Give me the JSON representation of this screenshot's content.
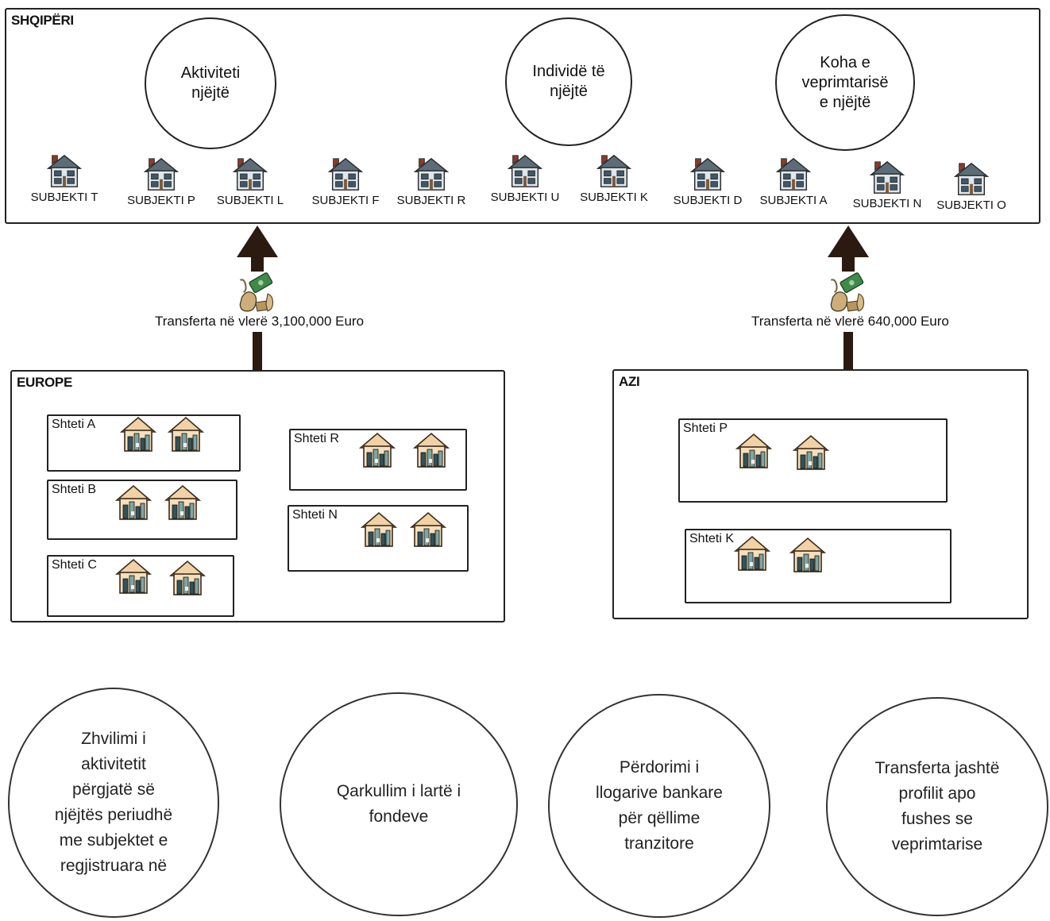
{
  "albania": {
    "title": "SHQIPËRI",
    "criteria": [
      "Aktiviteti\nnjëjtë",
      "Individë të\nnjëjtë",
      "Koha e\nveprimtarisë\ne njëjtë"
    ],
    "subjects": [
      "SUBJEKTI T",
      "SUBJEKTI P",
      "SUBJEKTI L",
      "SUBJEKTI F",
      "SUBJEKTI R",
      "SUBJEKTI U",
      "SUBJEKTI K",
      "SUBJEKTI D",
      "SUBJEKTI A",
      "SUBJEKTI N",
      "SUBJEKTI O"
    ]
  },
  "transfers": [
    "Transferta në vlerë 3,100,000 Euro",
    "Transferta në vlerë 640,000 Euro"
  ],
  "europe": {
    "title": "EUROPE",
    "states": [
      "Shteti A",
      "Shteti B",
      "Shteti C",
      "Shteti R",
      "Shteti N"
    ]
  },
  "asia": {
    "title": "AZI",
    "states": [
      "Shteti P",
      "Shteti K"
    ]
  },
  "indicators": [
    "Zhvilimi i\naktivitetit\npërgjatë së\nnjëjtës periudhë\nme subjektet e\nregjistruara në",
    "Qarkullim i lartë i\nfondeve",
    "Përdorimi i\nllogarive bankare\npër qëllime\ntranzitore",
    "Transferta jashtë\nprofilit apo\nfushes se\nveprimtarise"
  ],
  "colors": {
    "border": "#222222",
    "arrow": "#2b1a10",
    "roof": "#7a3b2e",
    "wall": "#d9e2e8",
    "building_wall": "#f3d9b0"
  }
}
